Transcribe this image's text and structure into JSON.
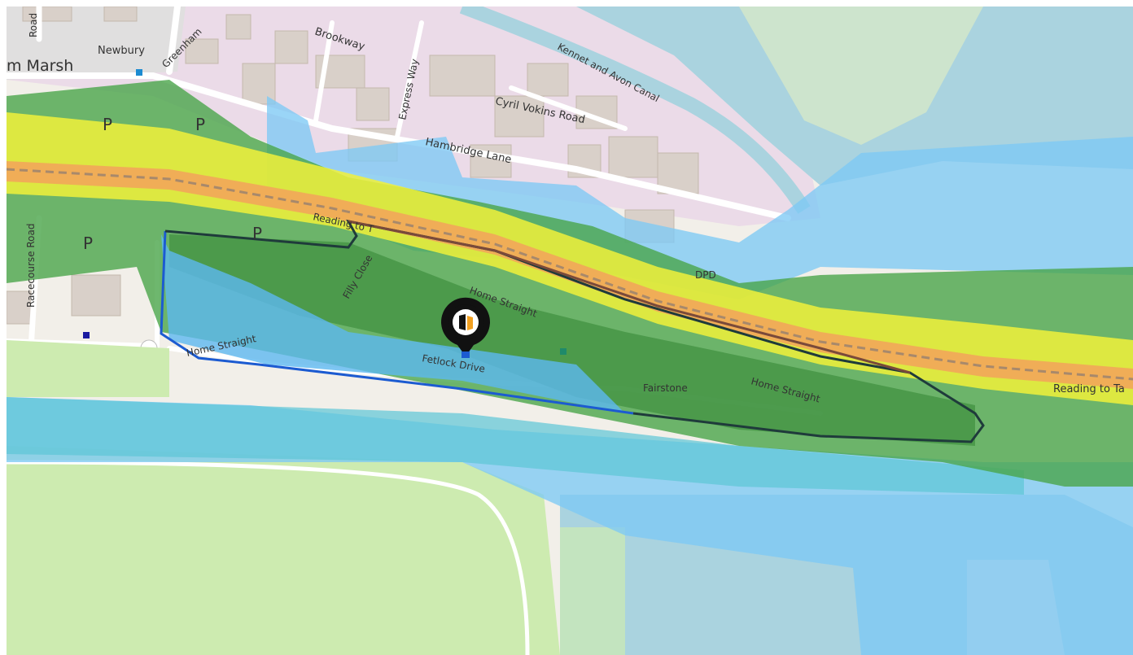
{
  "map": {
    "marker_icon": "location-pin-icon",
    "colors": {
      "water": "#aad3df",
      "residential": "#e0dfdf",
      "industrial": "#ebdbe8",
      "grass": "#cdebb0",
      "noise_yellow": "#f1f13a",
      "noise_orange": "#f2a65a",
      "noise_green": "#4aa54a",
      "noise_dark_green": "#3f8f3f",
      "noise_blue": "#5cb8f0",
      "noise_light_blue": "#7ec9f5",
      "noise_teal": "#5cc6d6",
      "boundary_blue": "#1c5bd1",
      "boundary_brown": "#7a4a3a",
      "boundary_dark": "#1f3b3b"
    },
    "labels": {
      "road_top_left": "Road",
      "newbury": "Newbury",
      "greenham": "Greenham",
      "marsh": "m Marsh",
      "brookway": "Brookway",
      "express_way": "Express Way",
      "kennet_canal": "Kennet and Avon Canal",
      "cyril_vokins": "Cyril Vokins Road",
      "hambridge_lane": "Hambridge Lane",
      "reading_left": "Reading to T",
      "reading_right": "Reading to Ta",
      "racecourse_road": "Racecourse Road",
      "filly_close": "Filly Close",
      "home_straight_top": "Home Straight",
      "home_straight_left": "Home Straight",
      "home_straight_right": "Home Straight",
      "fetlock_drive": "Fetlock Drive",
      "fairstone": "Fairstone",
      "dpd": "DPD",
      "parking_1": "P",
      "parking_2": "P",
      "parking_3": "P",
      "parking_4": "P"
    }
  }
}
